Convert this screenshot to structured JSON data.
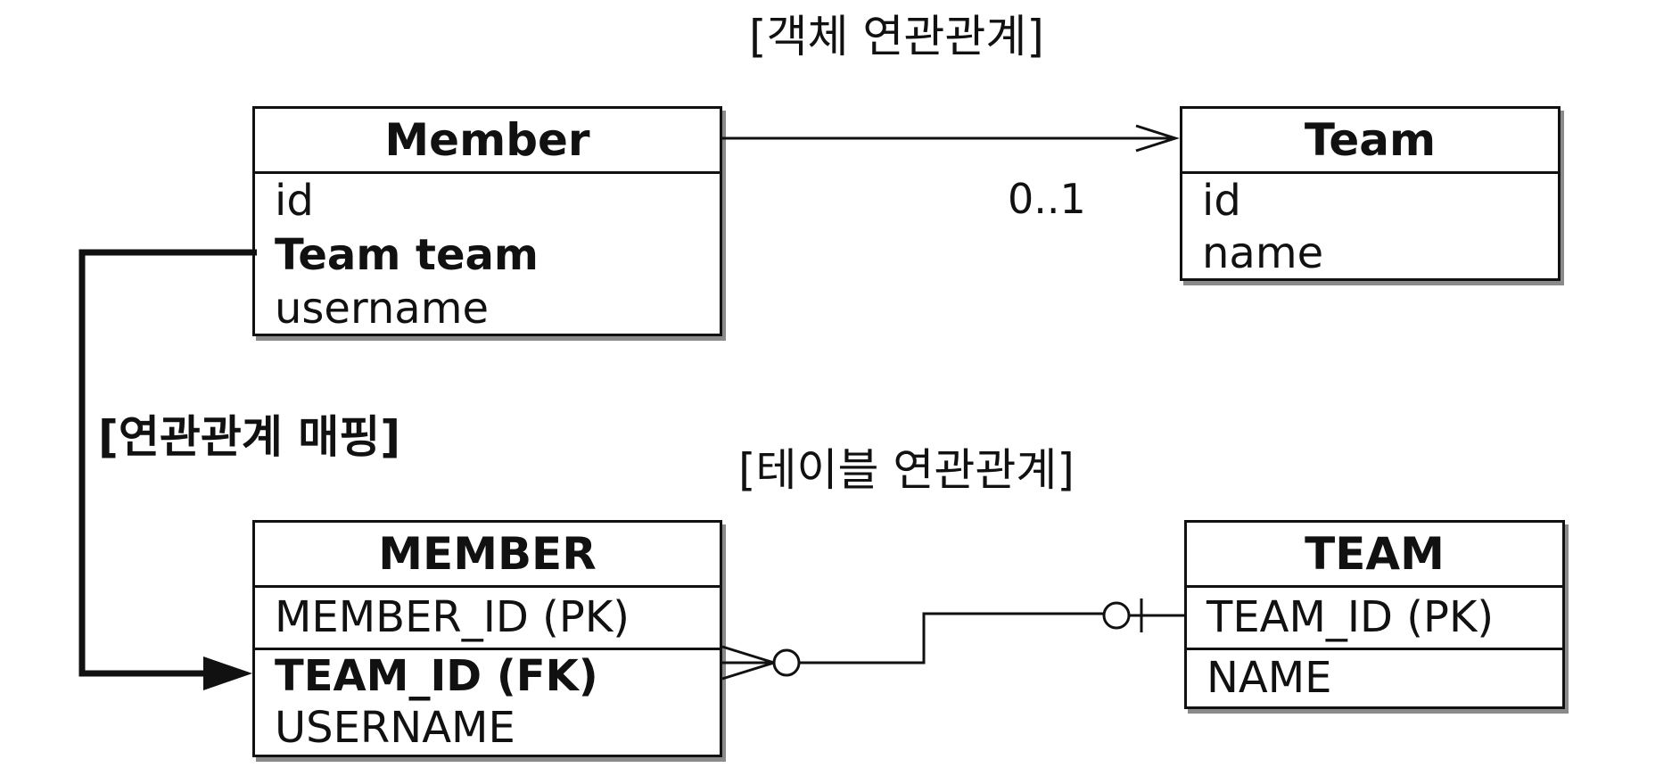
{
  "labels": {
    "object_relation": "[객체 연관관계]",
    "mapping": "[연관관계 매핑]",
    "table_relation": "[테이블 연관관계]",
    "multiplicity": "0..1"
  },
  "member_class": {
    "title": "Member",
    "fields": [
      "id",
      "Team team",
      "username"
    ]
  },
  "team_class": {
    "title": "Team",
    "fields": [
      "id",
      "name"
    ]
  },
  "member_table": {
    "title": "MEMBER",
    "columns": [
      "MEMBER_ID (PK)",
      "TEAM_ID (FK)",
      "USERNAME"
    ]
  },
  "team_table": {
    "title": "TEAM",
    "columns": [
      "TEAM_ID (PK)",
      "NAME"
    ]
  }
}
